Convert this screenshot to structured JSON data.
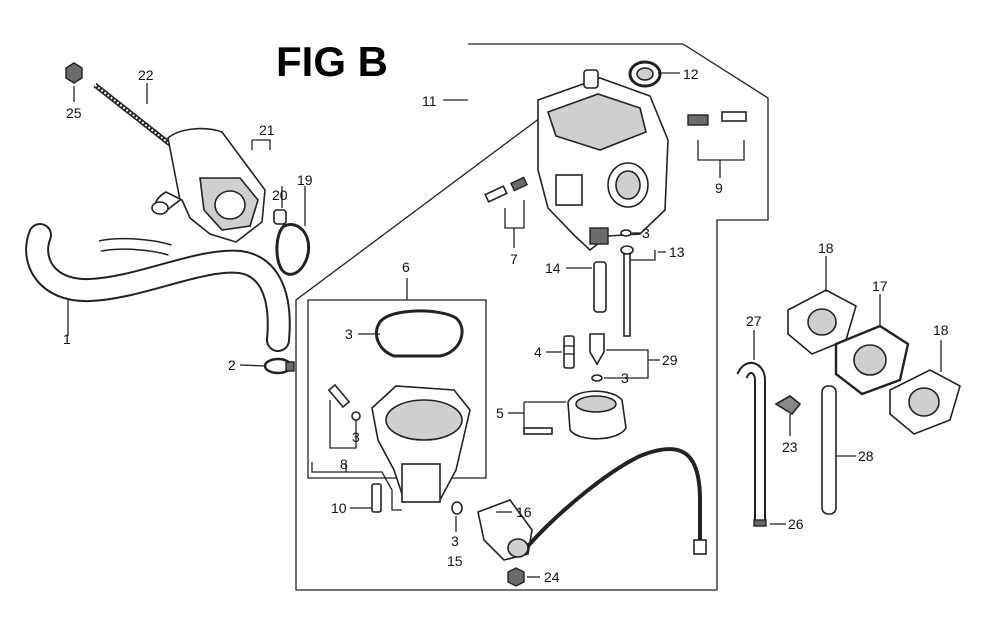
{
  "figure": {
    "title": "FIG B",
    "callouts": {
      "c1": "1",
      "c2": "2",
      "c3a": "3",
      "c3b": "3",
      "c3c": "3",
      "c3d": "3",
      "c3e": "3",
      "c4": "4",
      "c5": "5",
      "c6": "6",
      "c7": "7",
      "c8": "8",
      "c9": "9",
      "c10": "10",
      "c11": "11",
      "c12": "12",
      "c13": "13",
      "c14": "14",
      "c15": "15",
      "c16": "16",
      "c17": "17",
      "c18a": "18",
      "c18b": "18",
      "c19": "19",
      "c20": "20",
      "c21": "21",
      "c22": "22",
      "c23": "23",
      "c24": "24",
      "c25": "25",
      "c26": "26",
      "c27": "27",
      "c28": "28",
      "c29": "29"
    }
  }
}
